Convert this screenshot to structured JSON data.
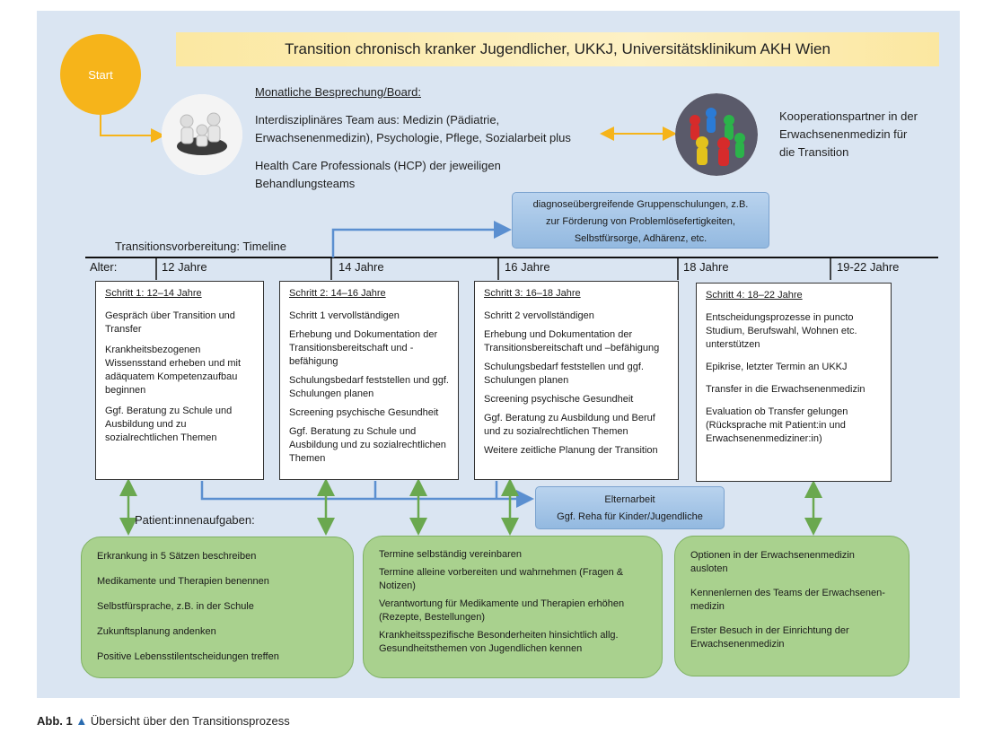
{
  "title": "Transition chronisch kranker Jugendlicher, UKKJ, Universitätsklinikum AKH Wien",
  "start_label": "Start",
  "board": {
    "heading": "Monatliche Besprechung/Board:",
    "line1": "Interdisziplinäres Team aus: Medizin (Pädiatrie,",
    "line2": "Erwachsenenmedizin), Psychologie, Pflege, Sozialarbeit plus",
    "line3": "Health Care Professionals (HCP) der jeweiligen",
    "line4": "Behandlungsteams"
  },
  "partner": {
    "line1": "Kooperationspartner in der",
    "line2": "Erwachsenenmedizin für",
    "line3": "die Transition"
  },
  "group_training": {
    "line1": "diagnoseübergreifende Gruppenschulungen, z.B.",
    "line2": "zur Förderung von Problemlösefertigkeiten,",
    "line3": "Selbstfürsorge, Adhärenz, etc."
  },
  "timeline_label": "Transitionsvorbereitung: Timeline",
  "ages": {
    "label": "Alter:",
    "a12": "12 Jahre",
    "a14": "14 Jahre",
    "a16": "16 Jahre",
    "a18": "18 Jahre",
    "a19": "19-22 Jahre"
  },
  "steps": [
    {
      "heading": "Schritt 1: 12–14 Jahre",
      "items": [
        "Gespräch über Transition und Transfer",
        "Krankheitsbezogenen Wissensstand erheben und mit adäquatem Kompetenzaufbau beginnen",
        "Ggf. Beratung zu Schule und Ausbildung und zu sozialrechtlichen Themen"
      ]
    },
    {
      "heading": "Schritt 2: 14–16 Jahre",
      "items": [
        "Schritt 1 vervollständigen",
        "Erhebung und Dokumentation der Transitionsbereitschaft und -befähigung",
        "Schulungsbedarf feststellen und ggf. Schulungen planen",
        "Screening psychische Gesundheit",
        "Ggf. Beratung zu Schule und Ausbildung und zu sozialrechtlichen Themen"
      ]
    },
    {
      "heading": "Schritt 3: 16–18 Jahre",
      "items": [
        "Schritt 2 vervollständigen",
        "Erhebung und Dokumentation der Transitionsbereitschaft und –befähigung",
        "Schulungsbedarf feststellen und ggf. Schulungen planen",
        "Screening psychische Gesundheit",
        "Ggf. Beratung zu Ausbildung und Beruf und zu sozialrechtlichen Themen",
        "Weitere zeitliche Planung der Transition"
      ]
    },
    {
      "heading": "Schritt 4: 18–22 Jahre",
      "items": [
        "Entscheidungsprozesse in puncto Studium, Berufswahl, Wohnen etc. unterstützen",
        "Epikrise, letzter Termin an UKKJ",
        "Transfer in die Erwachsenenmedizin",
        "Evaluation ob Transfer gelungen (Rücksprache mit Patient:in und Erwachsenenmediziner:in)"
      ]
    }
  ],
  "parents": {
    "line1": "Elternarbeit",
    "line2": "Ggf. Reha für Kinder/Jugendliche"
  },
  "patient_tasks_label": "Patient:innenaufgaben:",
  "tasks": [
    {
      "items": [
        "Erkrankung in 5 Sätzen beschreiben",
        "Medikamente und Therapien benennen",
        "Selbstfürsprache, z.B. in der Schule",
        "Zukunftsplanung andenken",
        "Positive Lebensstilentscheidungen treffen"
      ]
    },
    {
      "items": [
        "Termine selbständig vereinbaren",
        "Termine alleine vorbereiten und wahrnehmen (Fragen & Notizen)",
        "Verantwortung für Medikamente und Therapien erhöhen (Rezepte, Bestellungen)",
        "Krankheitsspezifische Besonderheiten hinsichtlich allg. Gesundheitsthemen von Jugendlichen kennen"
      ]
    },
    {
      "items": [
        "Optionen in der Erwachsenenmedizin ausloten",
        "Kennenlernen des Teams der Erwachsenen-medizin",
        "Erster Besuch in der Einrichtung der Erwachsenenmedizin"
      ]
    }
  ],
  "caption": {
    "label": "Abb. 1",
    "marker": "▲",
    "text": "Übersicht über den Transitionsprozess"
  },
  "colors": {
    "panel": "#dae5f2",
    "start": "#f6b41a",
    "blue_line": "#5b8fd0",
    "green_line": "#6aa84f",
    "green_box": "#a9d18e",
    "blue_box": "#a8c8ea"
  }
}
